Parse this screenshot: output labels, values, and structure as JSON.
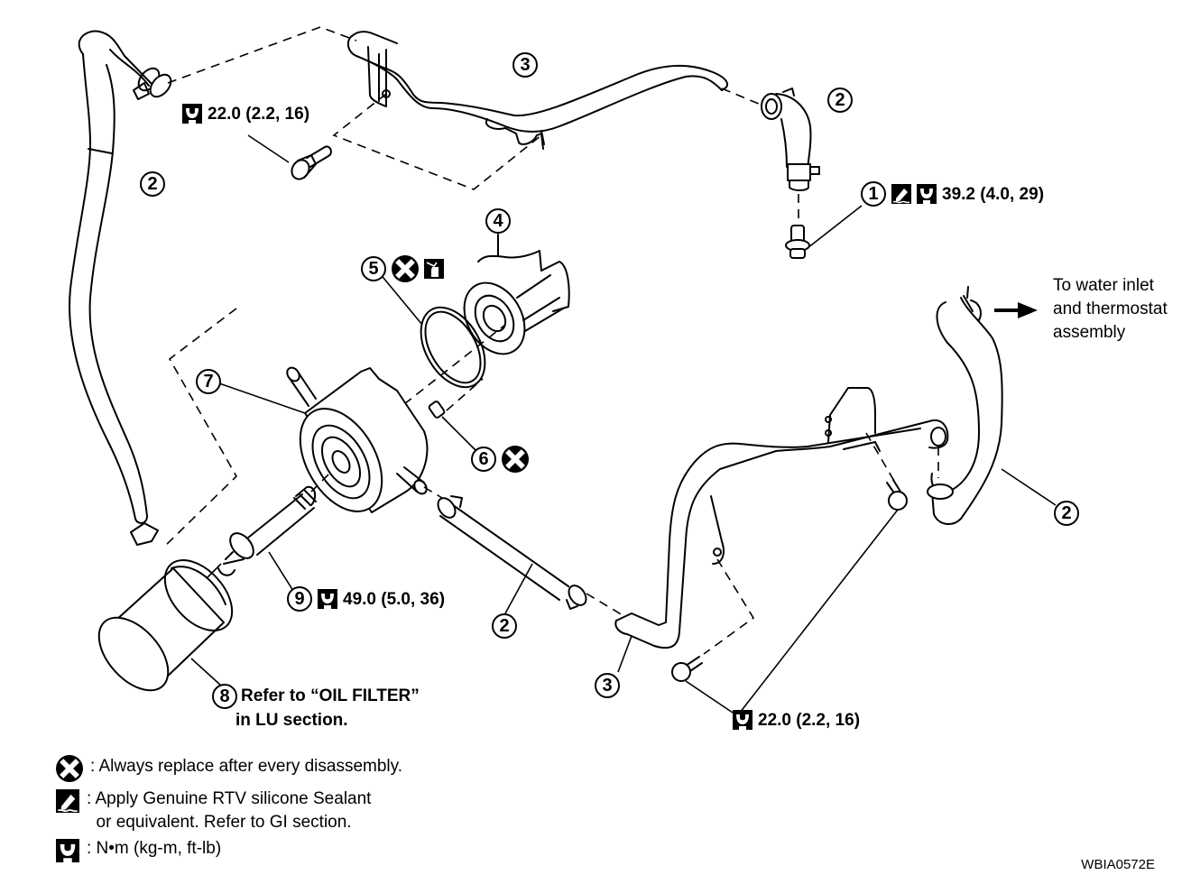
{
  "figure_id": "WBIA0572E",
  "callouts": {
    "top_bolt_torque": "22.0 (2.2, 16)",
    "item1_torque": "39.2 (4.0, 29)",
    "item9_torque": "49.0 (5.0, 36)",
    "bottom_bolt_torque": "22.0 (2.2, 16)",
    "item8_note_line1": "Refer to “OIL FILTER”",
    "item8_note_line2": "in LU section.",
    "water_inlet_line1": "To water inlet",
    "water_inlet_line2": "and thermostat",
    "water_inlet_line3": "assembly"
  },
  "part_numbers": {
    "p1": "1",
    "p2": "2",
    "p3": "3",
    "p4": "4",
    "p5": "5",
    "p6": "6",
    "p7": "7",
    "p8": "8",
    "p9": "9"
  },
  "icons": {
    "replace": "always-replace-icon",
    "sealant": "rtv-sealant-icon",
    "torque": "torque-wrench-icon",
    "oil": "oil-can-icon"
  },
  "legend": [
    {
      "icon": "always-replace-icon",
      "text": ": Always replace after every disassembly."
    },
    {
      "icon": "rtv-sealant-icon",
      "text": ": Apply Genuine RTV silicone Sealant\n  or equivalent. Refer to GI section."
    },
    {
      "icon": "torque-wrench-icon",
      "text": ": N•m (kg-m, ft-lb)"
    }
  ]
}
